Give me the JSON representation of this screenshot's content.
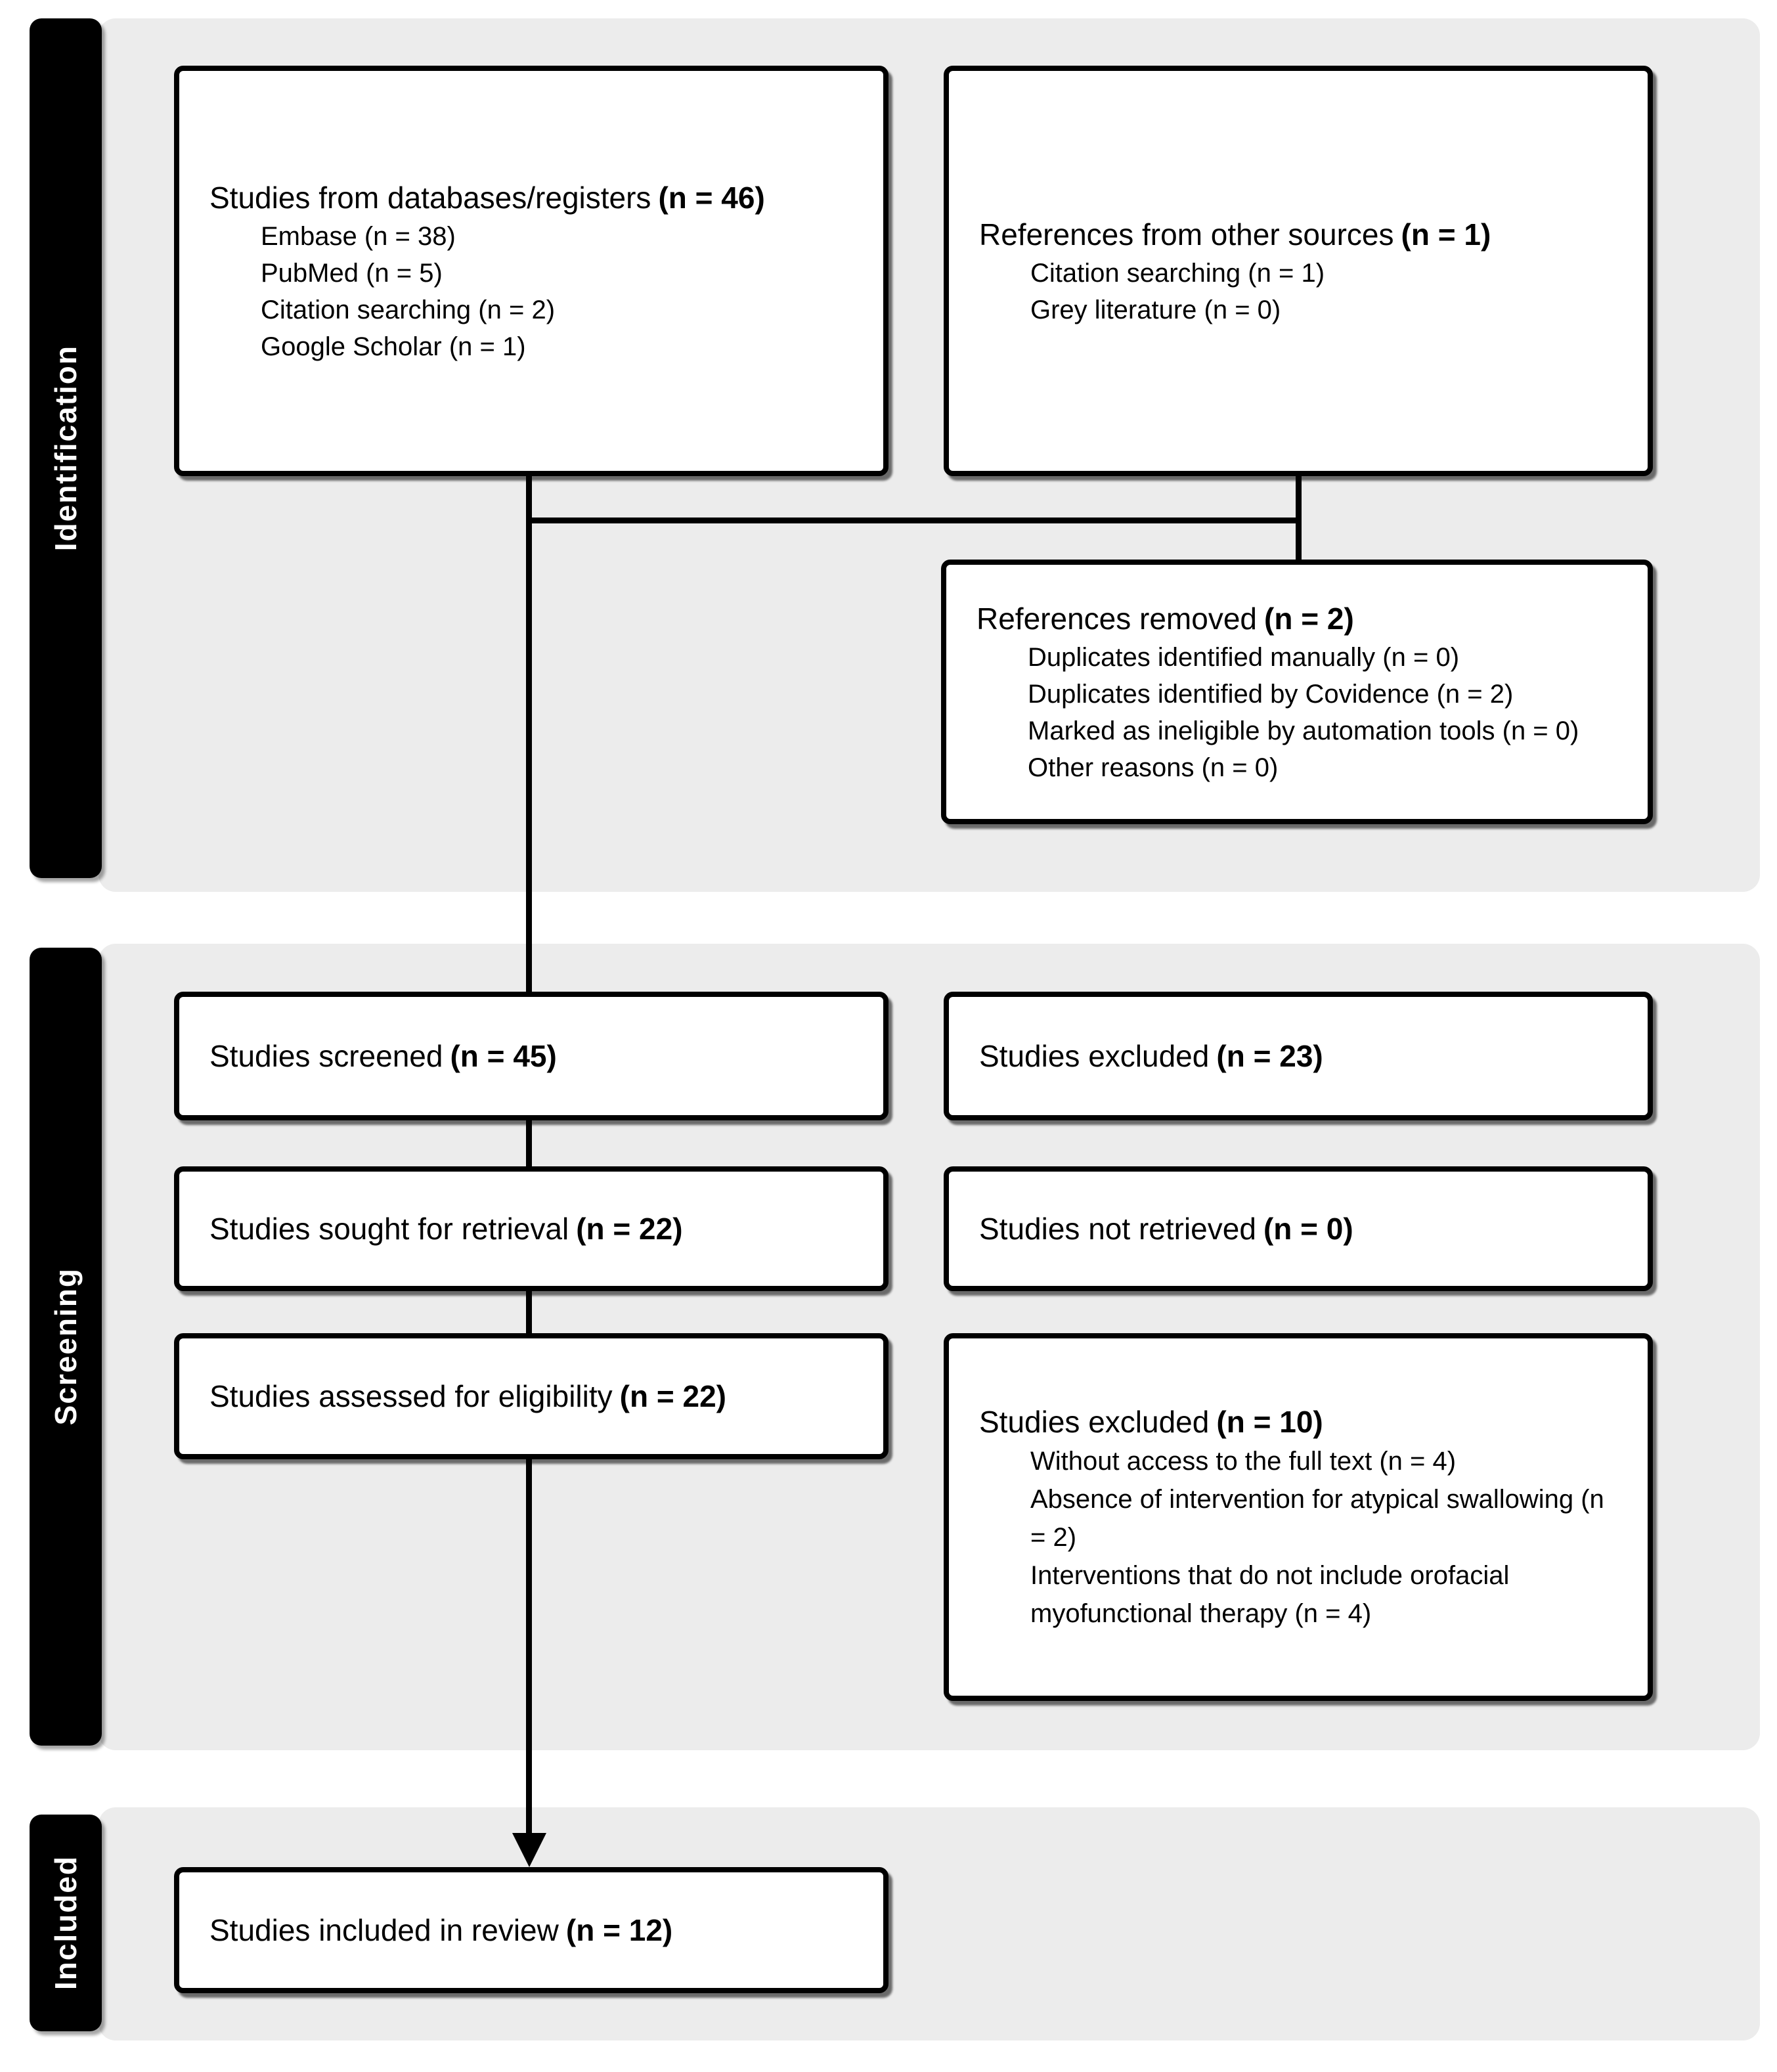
{
  "diagram": {
    "type": "prisma-flow"
  },
  "sections": {
    "identification": {
      "label": "Identification"
    },
    "screening": {
      "label": "Screening"
    },
    "included": {
      "label": "Included"
    }
  },
  "boxes": {
    "databases": {
      "label": "Studies from databases/registers",
      "count": "(n = 46)",
      "items": [
        "Embase (n = 38)",
        "PubMed (n = 5)",
        "Citation searching (n = 2)",
        "Google Scholar (n = 1)"
      ]
    },
    "other_sources": {
      "label": "References from other sources",
      "count": "(n = 1)",
      "items": [
        "Citation searching (n = 1)",
        "Grey literature (n = 0)"
      ]
    },
    "references_removed": {
      "label": "References removed",
      "count": "(n = 2)",
      "items": [
        "Duplicates identified manually (n = 0)",
        "Duplicates identified by Covidence (n = 2)",
        "Marked as ineligible by automation tools (n = 0)",
        "Other reasons (n = 0)"
      ]
    },
    "screened": {
      "label": "Studies screened",
      "count": "(n = 45)"
    },
    "excluded_screening": {
      "label": "Studies excluded",
      "count": "(n = 23)"
    },
    "sought_retrieval": {
      "label": "Studies sought for retrieval",
      "count": "(n = 22)"
    },
    "not_retrieved": {
      "label": "Studies not retrieved",
      "count": "(n = 0)"
    },
    "assessed_eligibility": {
      "label": "Studies assessed for eligibility",
      "count": "(n = 22)"
    },
    "excluded_eligibility": {
      "label": "Studies excluded",
      "count": "(n = 10)",
      "items": [
        "Without access to the full text (n = 4)",
        "Absence of intervention for atypical swallowing (n = 2)",
        "Interventions that do not include orofacial myofunctional therapy (n = 4)"
      ]
    },
    "included_review": {
      "label": "Studies included in review",
      "count": "(n = 12)"
    }
  },
  "colors": {
    "background": "#ffffff",
    "panel": "#ececec",
    "bar": "#000000",
    "bar_text": "#ffffff",
    "box_bg": "#ffffff",
    "box_border": "#000000",
    "text": "#000000",
    "connector": "#000000"
  }
}
